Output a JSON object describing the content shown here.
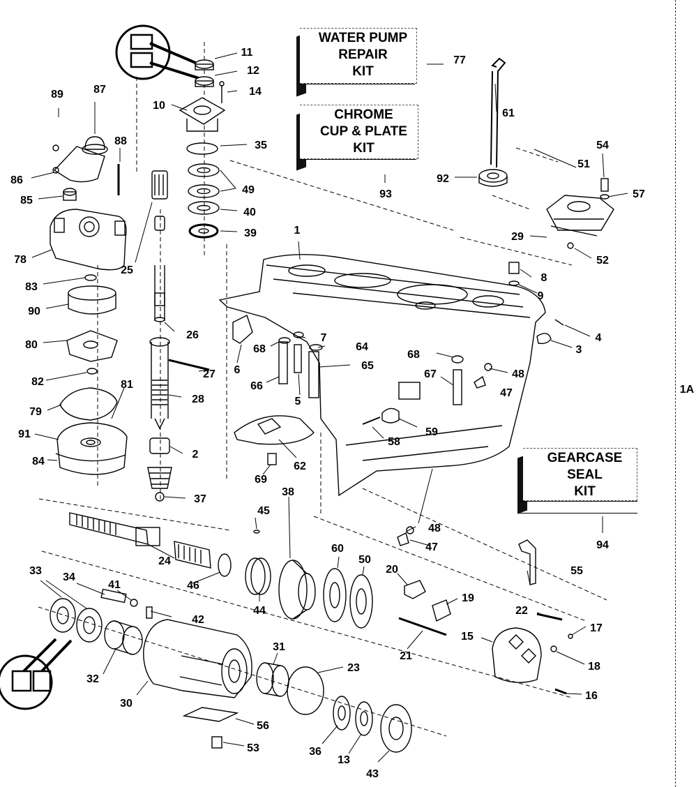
{
  "page_label": "1A",
  "kits": {
    "water_pump": [
      "WATER PUMP",
      "REPAIR",
      "KIT"
    ],
    "chrome_cup": [
      "CHROME",
      "CUP & PLATE",
      "KIT"
    ],
    "gearcase_seal": [
      "GEARCASE",
      "SEAL",
      "KIT"
    ]
  },
  "callouts": {
    "c1": "1",
    "c2": "2",
    "c3": "3",
    "c4": "4",
    "c5": "5",
    "c6": "6",
    "c7": "7",
    "c8": "8",
    "c9": "9",
    "c10": "10",
    "c11": "11",
    "c12": "12",
    "c13": "13",
    "c14": "14",
    "c15": "15",
    "c16": "16",
    "c17": "17",
    "c18": "18",
    "c19": "19",
    "c20": "20",
    "c21": "21",
    "c22": "22",
    "c23": "23",
    "c24": "24",
    "c25": "25",
    "c26": "26",
    "c27": "27",
    "c28": "28",
    "c29": "29",
    "c30": "30",
    "c31": "31",
    "c32": "32",
    "c33": "33",
    "c34": "34",
    "c35": "35",
    "c36": "36",
    "c37": "37",
    "c38": "38",
    "c39": "39",
    "c40": "40",
    "c41": "41",
    "c42": "42",
    "c43": "43",
    "c44": "44",
    "c45": "45",
    "c46": "46",
    "c47a": "47",
    "c47b": "47",
    "c48a": "48",
    "c48b": "48",
    "c49": "49",
    "c50": "50",
    "c51": "51",
    "c52": "52",
    "c53": "53",
    "c54": "54",
    "c55": "55",
    "c56": "56",
    "c57": "57",
    "c58": "58",
    "c59": "59",
    "c60": "60",
    "c61": "61",
    "c62": "62",
    "c64": "64",
    "c65": "65",
    "c66": "66",
    "c67": "67",
    "c68a": "68",
    "c68b": "68",
    "c69": "69",
    "c77": "77",
    "c78": "78",
    "c79": "79",
    "c80": "80",
    "c81": "81",
    "c82": "82",
    "c83": "83",
    "c84": "84",
    "c85": "85",
    "c86": "86",
    "c87": "87",
    "c88": "88",
    "c89": "89",
    "c90": "90",
    "c91": "91",
    "c92": "92",
    "c93": "93",
    "c94": "94"
  }
}
